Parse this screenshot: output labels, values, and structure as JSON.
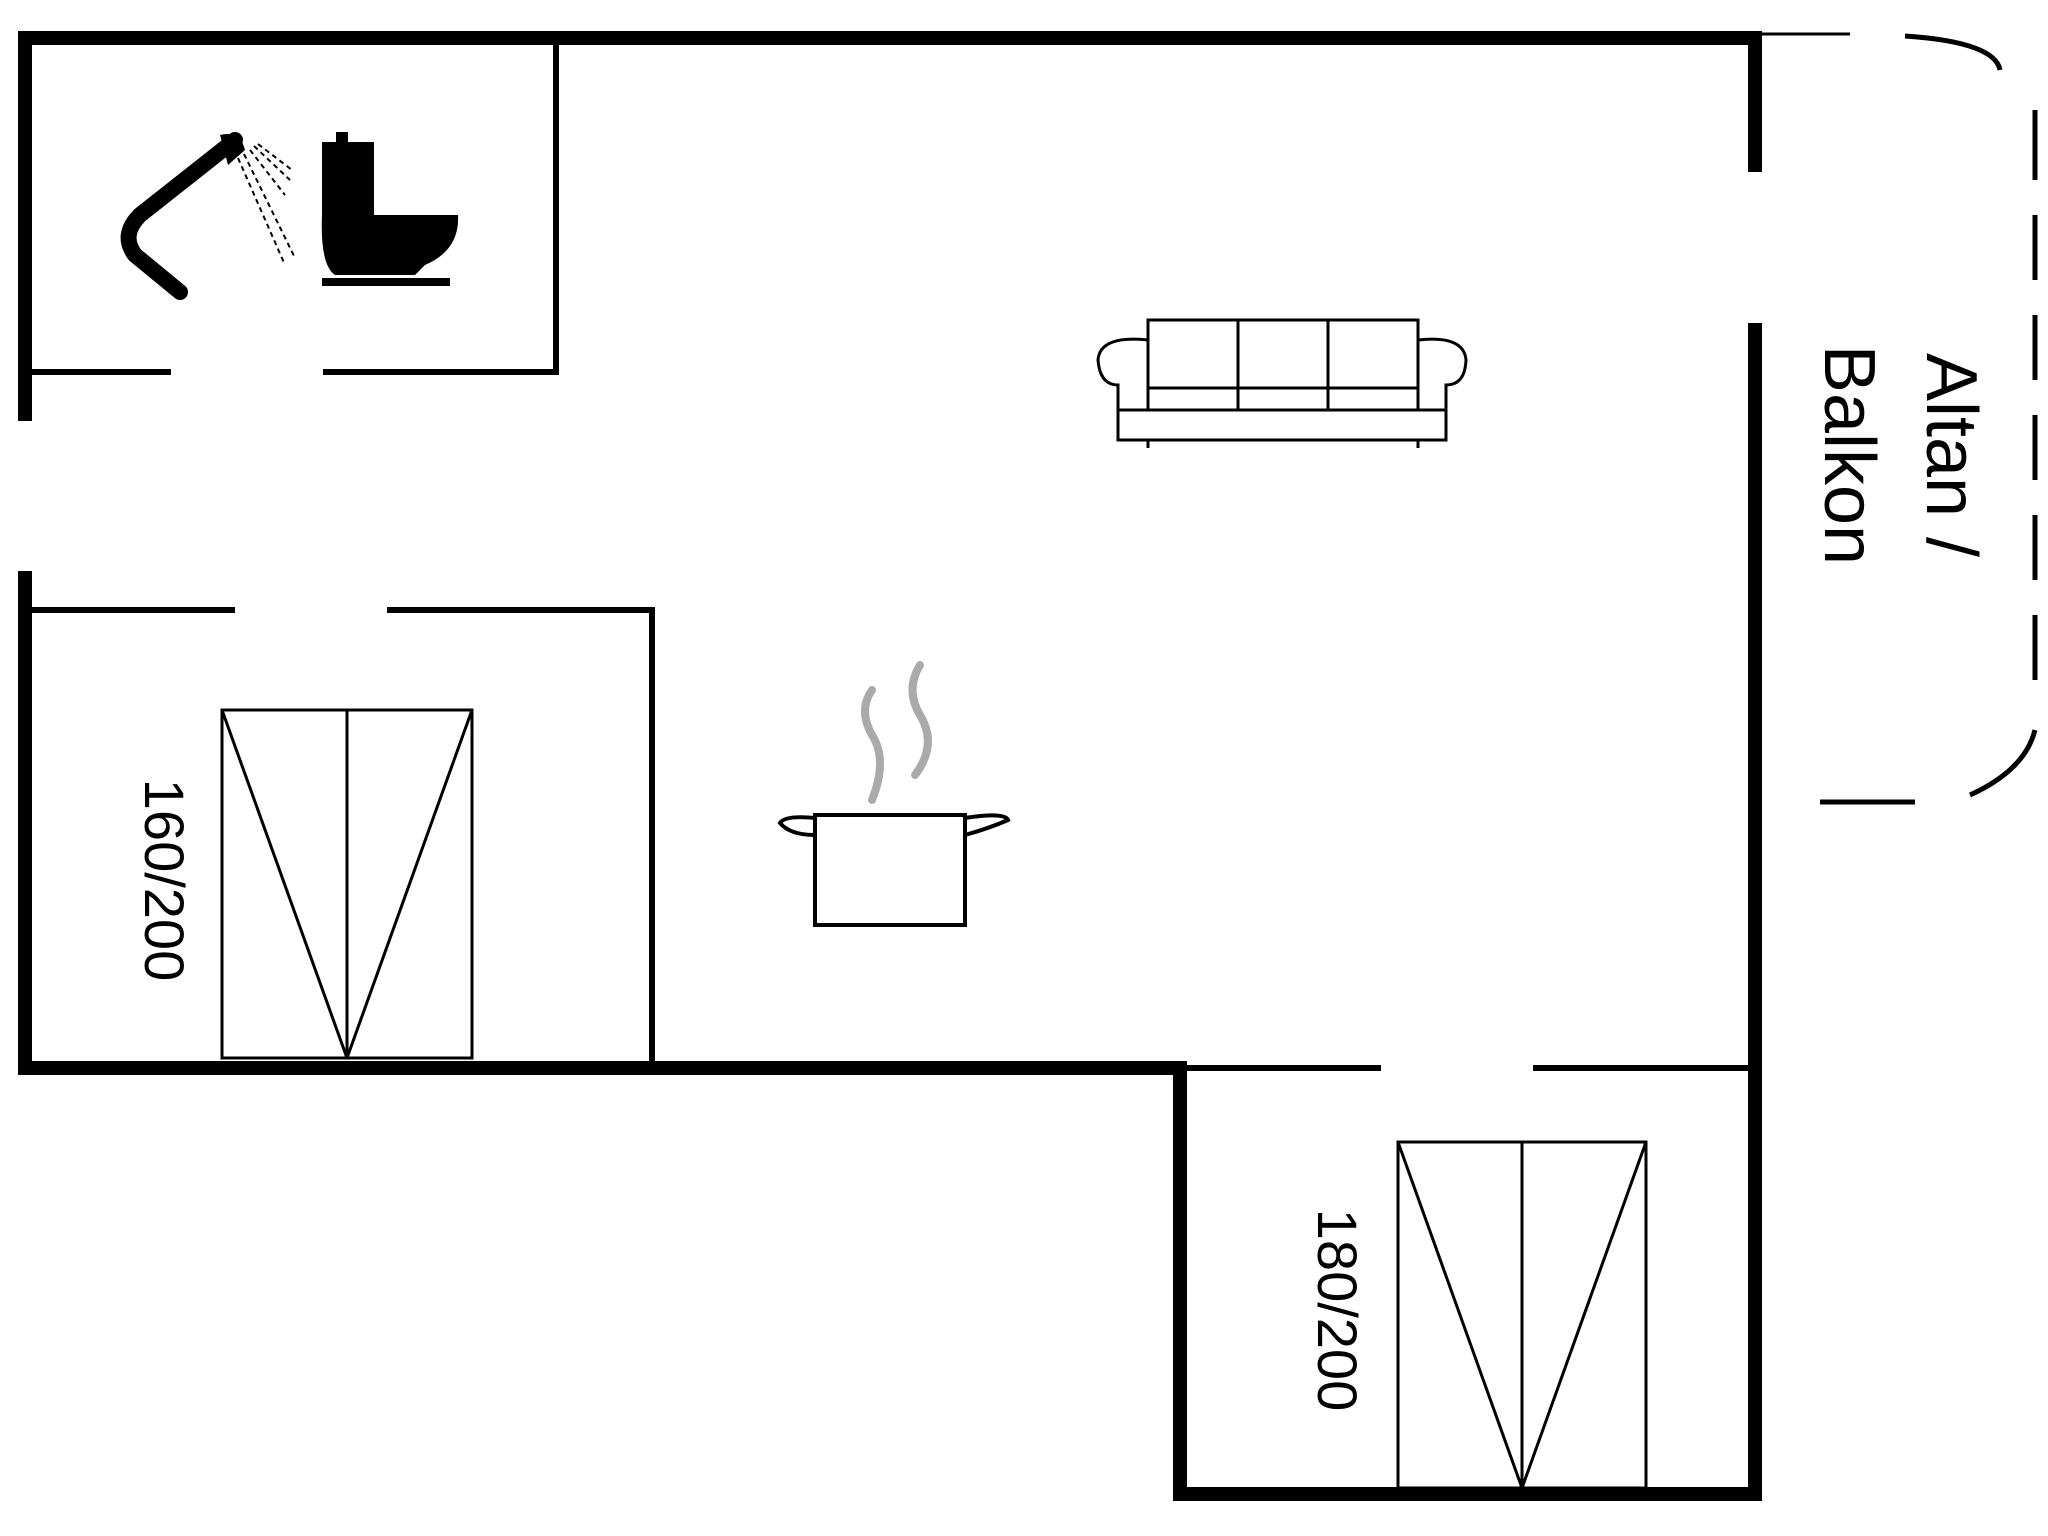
{
  "beds": [
    {
      "size_label": "160/200"
    },
    {
      "size_label": "180/200"
    }
  ],
  "balcony": {
    "line1": "Altan /",
    "line2": "Balkon"
  },
  "icons": [
    "shower-icon",
    "toilet-icon",
    "sofa-icon",
    "cooking-pot-icon",
    "bed-icon"
  ]
}
